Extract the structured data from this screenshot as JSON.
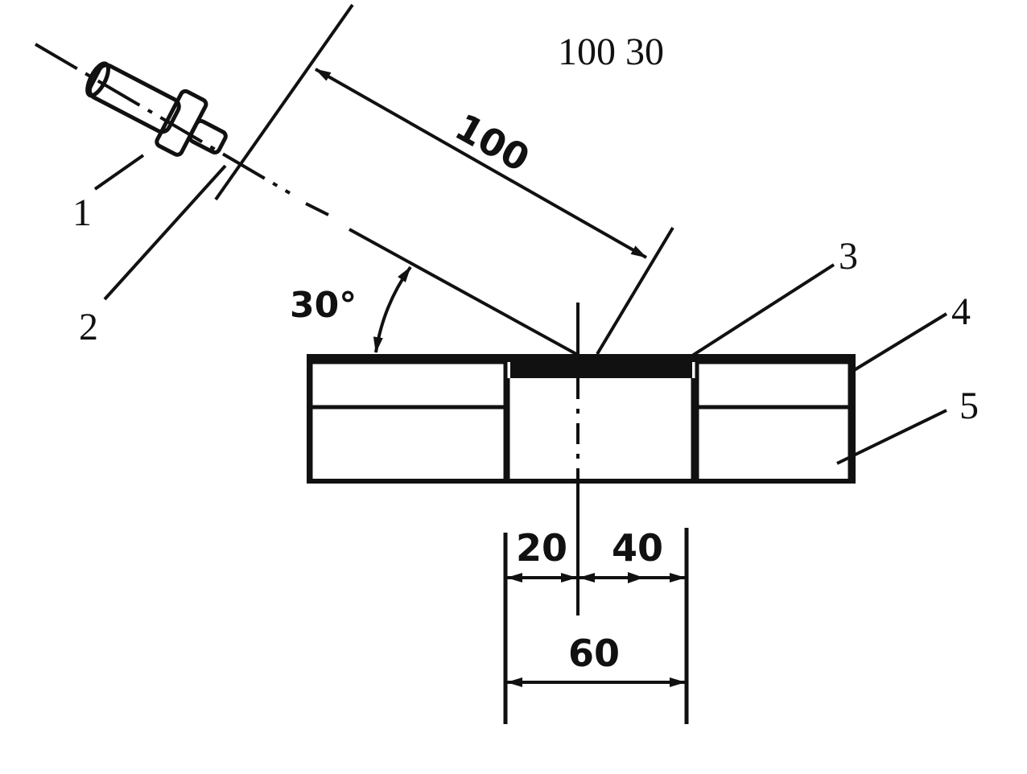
{
  "header": {
    "text": "100  30"
  },
  "dimensions": {
    "distance": "100",
    "angle": "30°",
    "offset_left": "20",
    "offset_right": "40",
    "total_width": "60"
  },
  "callouts": {
    "c1": "1",
    "c2": "2",
    "c3": "3",
    "c4": "4",
    "c5": "5"
  },
  "colors": {
    "ink": "#111111",
    "background": "#ffffff"
  }
}
